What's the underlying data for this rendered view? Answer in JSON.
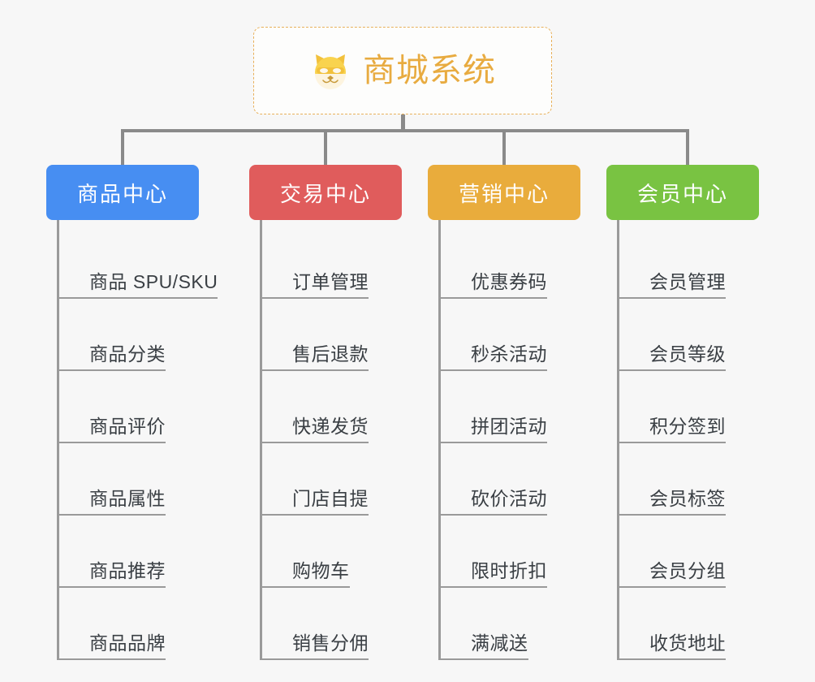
{
  "diagram": {
    "type": "mind-map",
    "background_color": "#f7f7f7",
    "root": {
      "title": "商城系统",
      "icon": "shiba-dog-face-icon",
      "text_color": "#e8ab40",
      "border_color": "#e8b05a",
      "border_style": "dashed"
    },
    "connector_color": "#8a8a8a",
    "categories": [
      {
        "label": "商品中心",
        "color": "#478ef2",
        "items": [
          "商品 SPU/SKU",
          "商品分类",
          "商品评价",
          "商品属性",
          "商品推荐",
          "商品品牌"
        ]
      },
      {
        "label": "交易中心",
        "color": "#e05c5c",
        "items": [
          "订单管理",
          "售后退款",
          "快递发货",
          "门店自提",
          "购物车",
          "销售分佣"
        ]
      },
      {
        "label": "营销中心",
        "color": "#e9ac3c",
        "items": [
          "优惠券码",
          "秒杀活动",
          "拼团活动",
          "砍价活动",
          "限时折扣",
          "满减送"
        ]
      },
      {
        "label": "会员中心",
        "color": "#79c342",
        "items": [
          "会员管理",
          "会员等级",
          "积分签到",
          "会员标签",
          "会员分组",
          "收货地址"
        ]
      }
    ]
  }
}
